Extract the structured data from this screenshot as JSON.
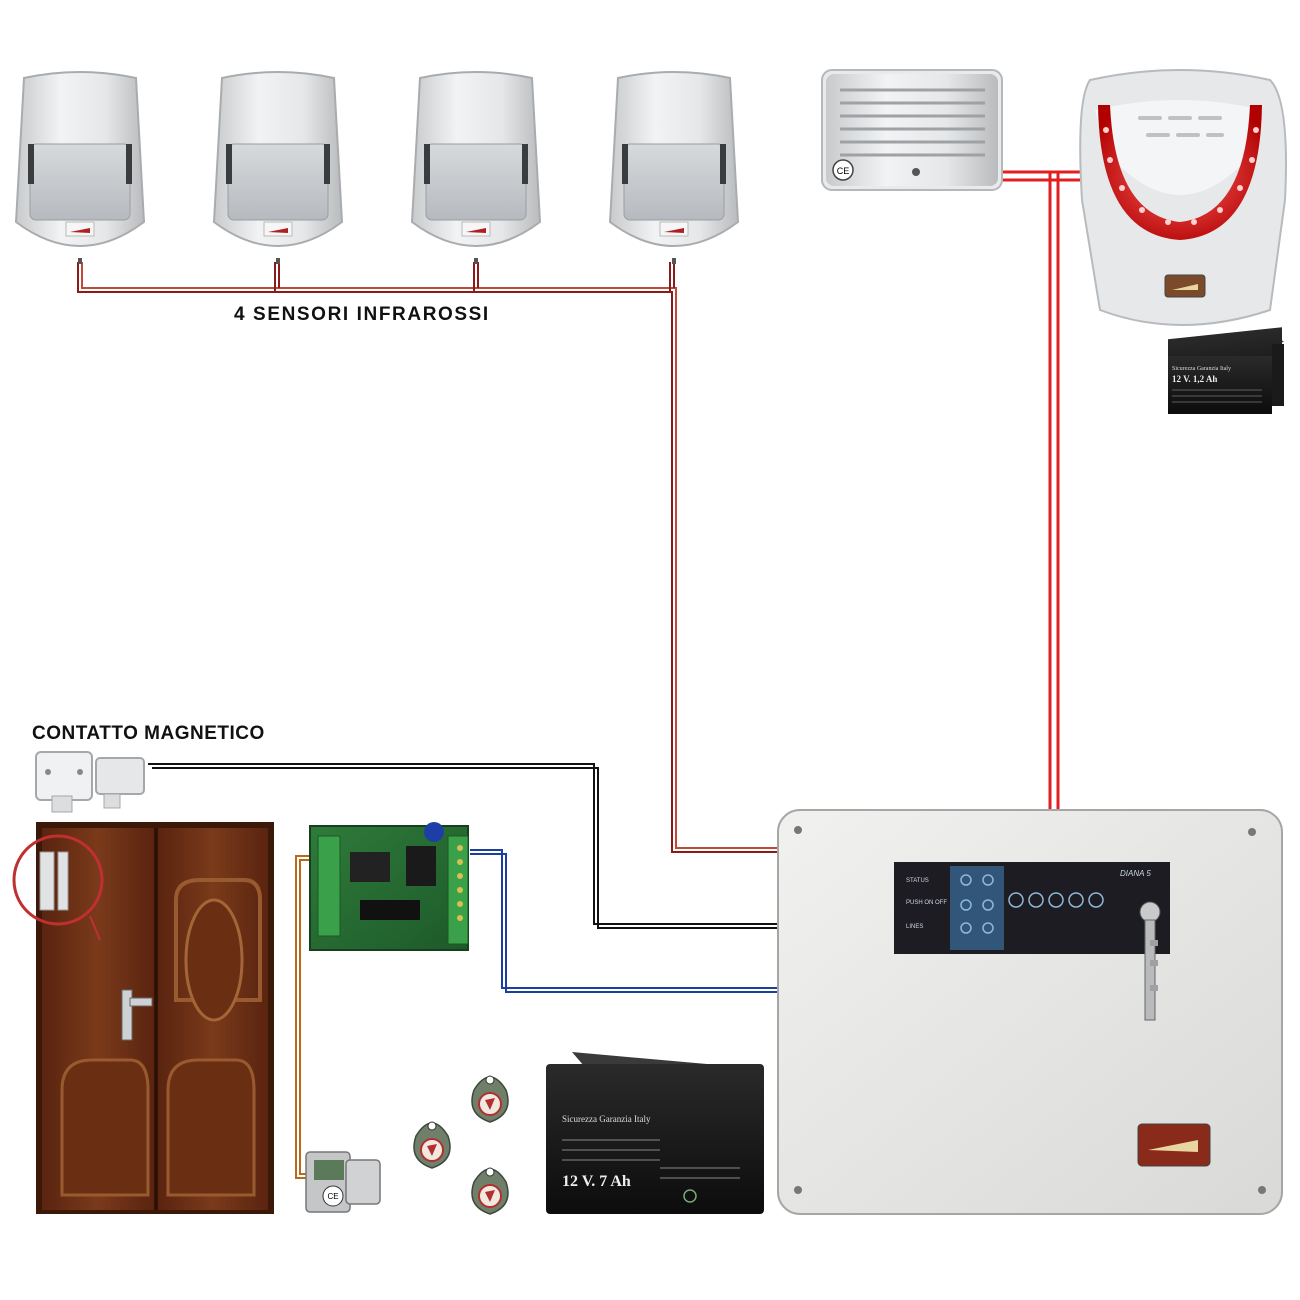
{
  "labels": {
    "sensors": "4 SENSORI INFRAROSSI",
    "magnetic_contact": "CONTATTO MAGNETICO"
  },
  "devices": {
    "pir_sensor_count": 4,
    "panel_model": "DIANA 5",
    "panel_indicators": [
      "STATUS",
      "PUSH ON OFF",
      "LINES"
    ],
    "battery_small": {
      "label": "12 V. 1,2 Ah",
      "brand": "Sicurezza Garanzia Italy"
    },
    "battery_large": {
      "label": "12 V. 7 Ah",
      "brand": "Sicurezza Garanzia Italy"
    },
    "ce_mark": "CE",
    "rfid_tag_count": 3
  },
  "colors": {
    "sensor_wire": "#8b1a1a",
    "siren_wire": "#e02020",
    "contact_wire": "#111111",
    "reader_wire": "#1a3fa0",
    "keypad_wire": "#b86a1a"
  }
}
